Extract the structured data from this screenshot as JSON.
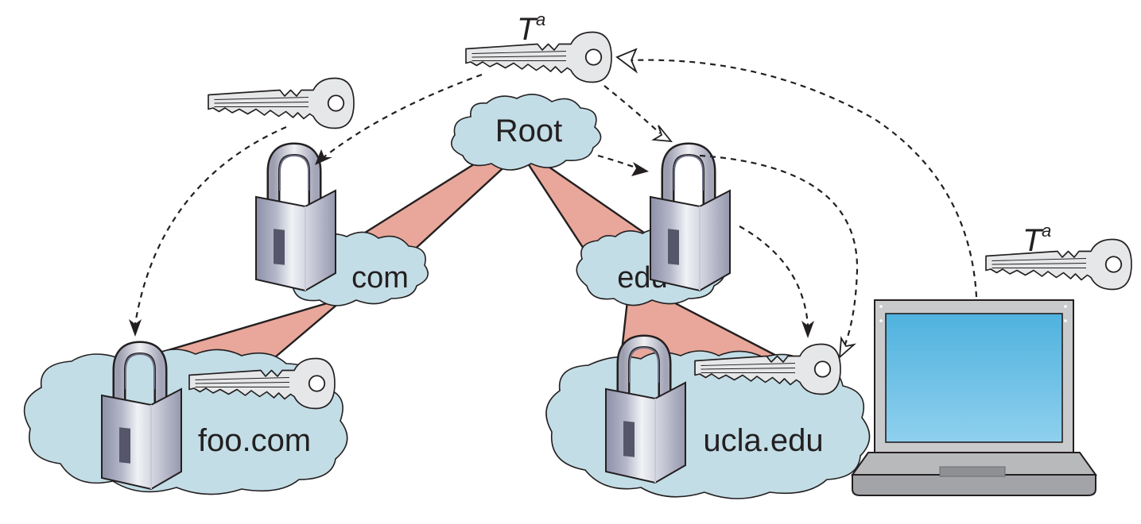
{
  "zones": {
    "root": "Root",
    "com": "com",
    "edu": "edu",
    "foo_com": "foo.com",
    "ucla_edu": "ucla.edu"
  },
  "trust_anchor": {
    "symbol": "T",
    "superscript": "a"
  },
  "icons": [
    "cloud-icon",
    "padlock-icon",
    "key-icon",
    "laptop-icon"
  ],
  "colors": {
    "cloud": "#c3dde6",
    "delegation": "#e8a79a",
    "screen": "#5ab8e0",
    "laptop_body": "#b8b9bb"
  }
}
